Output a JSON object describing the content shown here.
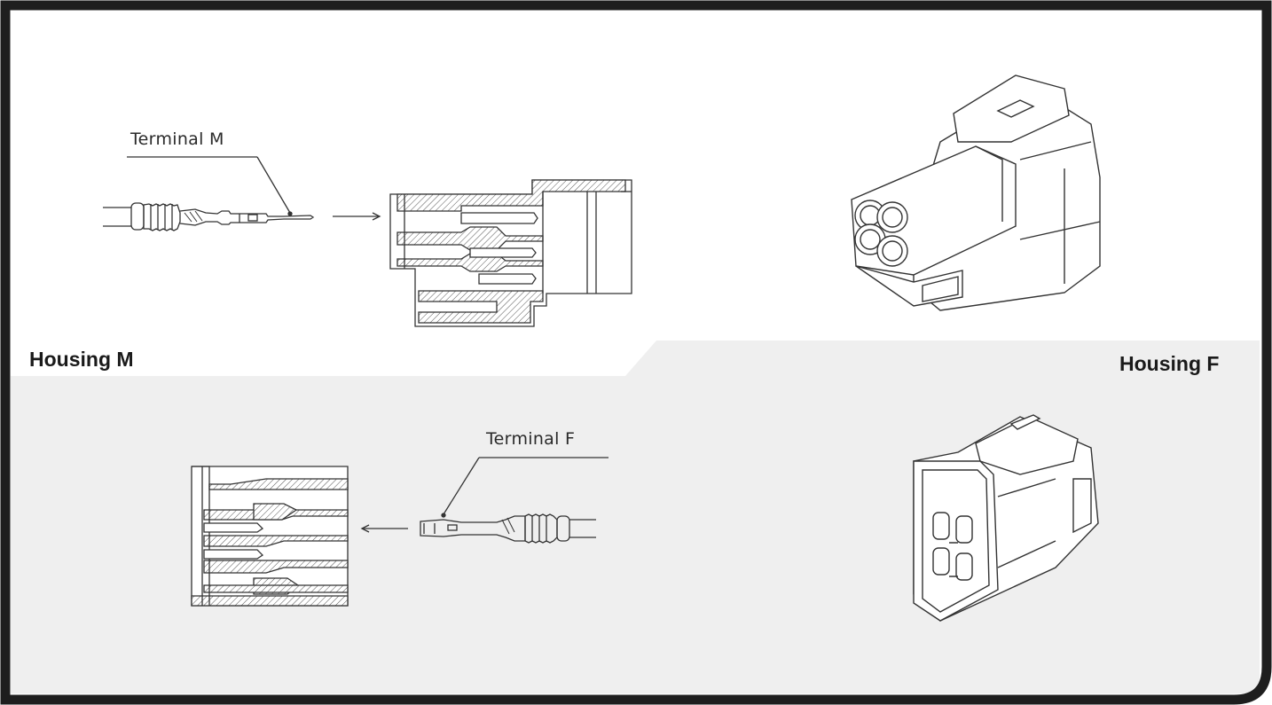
{
  "labels": {
    "housing_m": "Housing M",
    "housing_f": "Housing F",
    "terminal_m": "Terminal M",
    "terminal_f": "Terminal F"
  },
  "colors": {
    "frame": "#1e1e1e",
    "lower_panel": "#efefef",
    "line": "#333333",
    "hatch": "#555555"
  }
}
